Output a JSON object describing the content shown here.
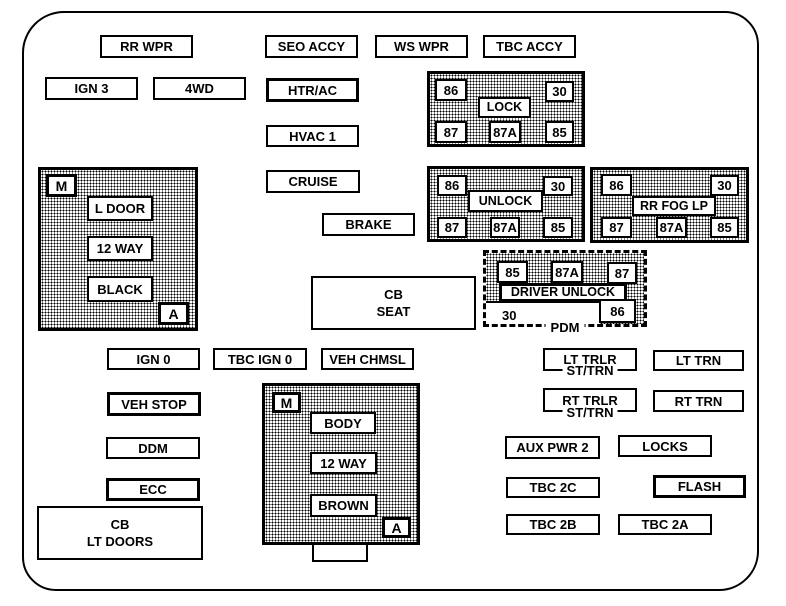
{
  "colors": {
    "ink": "#000000",
    "paper": "#ffffff"
  },
  "fuses": {
    "rr_wpr": "RR WPR",
    "seo_accy": "SEO ACCY",
    "ws_wpr": "WS WPR",
    "tbc_accy": "TBC ACCY",
    "ign_3": "IGN 3",
    "four_wd": "4WD",
    "htr_ac": "HTR/AC",
    "hvac_1": "HVAC 1",
    "cruise": "CRUISE",
    "brake": "BRAKE",
    "ign_0": "IGN 0",
    "tbc_ign_0": "TBC IGN 0",
    "veh_chmsl": "VEH CHMSL",
    "veh_stop": "VEH STOP",
    "ddm": "DDM",
    "ecc": "ECC",
    "aux_pwr_2": "AUX PWR 2",
    "locks": "LOCKS",
    "tbc_2c": "TBC 2C",
    "flash": "FLASH",
    "tbc_2b": "TBC 2B",
    "tbc_2a": "TBC 2A",
    "lt_trn": "LT TRN",
    "rt_trn": "RT TRN"
  },
  "trailer_fuses": {
    "lt": {
      "line1": "LT TRLR",
      "line2": "ST/TRN"
    },
    "rt": {
      "line1": "RT TRLR",
      "line2": "ST/TRN"
    }
  },
  "circuit_breakers": {
    "seat": {
      "line1": "CB",
      "line2": "SEAT"
    },
    "lt_doors": {
      "line1": "CB",
      "line2": "LT DOORS"
    }
  },
  "relays": {
    "lock": {
      "title": "LOCK",
      "pin_86": "86",
      "pin_30": "30",
      "pin_87": "87",
      "pin_87a": "87A",
      "pin_85": "85"
    },
    "unlock": {
      "title": "UNLOCK",
      "pin_86": "86",
      "pin_30": "30",
      "pin_87": "87",
      "pin_87a": "87A",
      "pin_85": "85"
    },
    "rr_fog_lp": {
      "title": "RR FOG LP",
      "pin_86": "86",
      "pin_30": "30",
      "pin_87": "87",
      "pin_87a": "87A",
      "pin_85": "85"
    },
    "driver_unlock": {
      "title": "DRIVER UNLOCK",
      "module": "PDM",
      "pin_85": "85",
      "pin_87a": "87A",
      "pin_87": "87",
      "pin_30": "30",
      "pin_86": "86"
    }
  },
  "connectors": {
    "left": {
      "marker_m": "M",
      "marker_a": "A",
      "labels": [
        "L DOOR",
        "12 WAY",
        "BLACK"
      ]
    },
    "center": {
      "marker_m": "M",
      "marker_a": "A",
      "labels": [
        "BODY",
        "12 WAY",
        "BROWN"
      ]
    }
  }
}
